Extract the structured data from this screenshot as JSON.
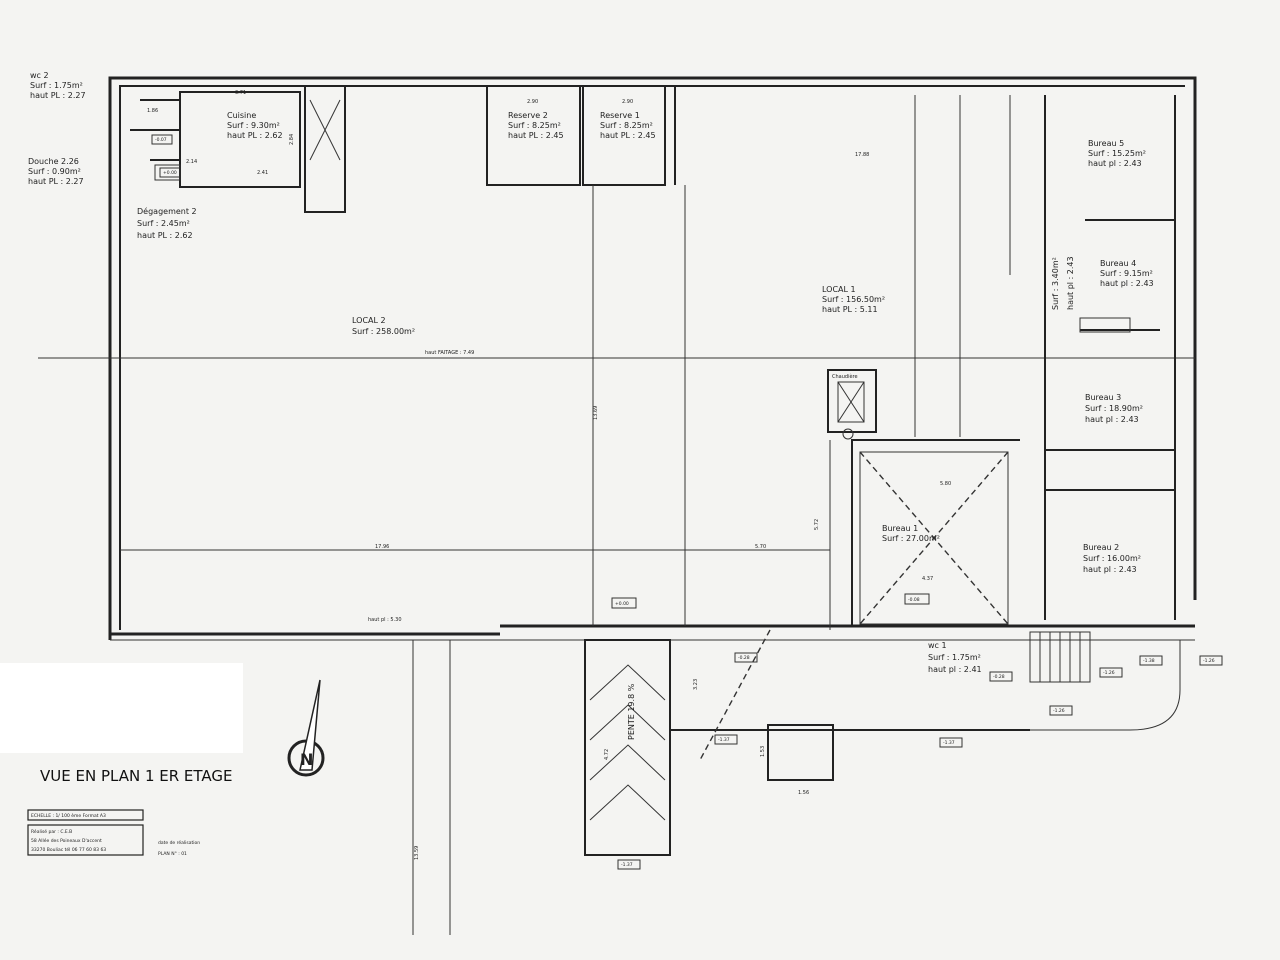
{
  "title": "VUE EN PLAN 1 ER ETAGE",
  "cartouche": {
    "scale": "ECHELLE : 1/ 100 ème   Format A3",
    "author_line1": "Réalisé par : C.E.B",
    "author_line2": "58 Allée des Poineaux D'accent",
    "author_line3": "33270 Bouliac  tél 06 77 60 83 63",
    "plan_date": "date de réalisation",
    "plan_number": "PLAN N° : 01"
  },
  "compass": {
    "icon": "north-arrow-icon",
    "letter": "N"
  },
  "rooms": {
    "wc2": {
      "name": "wc 2",
      "surf": "Surf : 1.75m²",
      "haut": "haut PL : 2.27"
    },
    "douche": {
      "name": "Douche 2.26",
      "surf": "Surf : 0.90m²",
      "haut": "haut PL : 2.27"
    },
    "degagement2": {
      "name": "Dégagement 2",
      "surf": "Surf : 2.45m²",
      "haut": "haut PL : 2.62"
    },
    "cuisine": {
      "name": "Cuisine",
      "surf": "Surf : 9.30m²",
      "haut": "haut PL : 2.62"
    },
    "reserve2": {
      "name": "Reserve 2",
      "surf": "Surf : 8.25m²",
      "haut": "haut PL : 2.45"
    },
    "reserve1": {
      "name": "Reserve 1",
      "surf": "Surf : 8.25m²",
      "haut": "haut PL : 2.45"
    },
    "local2": {
      "name": "LOCAL 2",
      "surf": "Surf : 258.00m²"
    },
    "local1": {
      "name": "LOCAL 1",
      "surf": "Surf : 156.50m²",
      "haut": "haut PL : 5.11"
    },
    "bureau5": {
      "name": "Bureau 5",
      "surf": "Surf : 15.25m²",
      "haut": "haut pl : 2.43"
    },
    "bureau4": {
      "name": "Bureau 4",
      "surf": "Surf : 9.15m²",
      "haut": "haut pl : 2.43"
    },
    "bureau3": {
      "name": "Bureau 3",
      "surf": "Surf : 18.90m²",
      "haut": "haut pl : 2.43"
    },
    "bureau2": {
      "name": "Bureau 2",
      "surf": "Surf : 16.00m²",
      "haut": "haut pl : 2.43"
    },
    "bureau1": {
      "name": "Bureau 1",
      "surf": "Surf : 27.00m²"
    },
    "wc1": {
      "name": "wc 1",
      "surf": "Surf : 1.75m²",
      "haut": "haut pl : 2.41"
    },
    "degagement1": {
      "surf": "Surf : 3.40m²",
      "haut": "haut pl : 2.43"
    }
  },
  "annotations": {
    "haut_faitage": "haut FAITAGE : 7.49",
    "haut_pl": "haut pl : 5.30",
    "pente": "PENTE 19.8 %",
    "chaudiere": "Chaudière"
  },
  "dimensions": {
    "d371": "3.71",
    "d186": "1.86",
    "d241": "2.41",
    "d214": "2.14",
    "d284": "2.84",
    "d290a": "2.90",
    "d290b": "2.90",
    "d1788": "17.88",
    "d1796": "17.96",
    "d570": "5.70",
    "d1369": "13.69",
    "d572": "5.72",
    "d580": "5.80",
    "d437": "4.37",
    "d1359": "13.59",
    "d472": "4.72",
    "d323": "3.23",
    "d156": "1.56",
    "d153": "1.53"
  },
  "levels": {
    "l1": "+0.00",
    "l2": "-0.07",
    "l3": "+0.00",
    "l4": "+0.00",
    "l5": "-0.08",
    "l6": "-0.28",
    "l7": "-1.37",
    "l8": "-1.37",
    "l9": "-1.37",
    "l10": "-0.28",
    "l11": "-1.26",
    "l12": "-1.26",
    "l13": "-1.38",
    "l14": "-1.26"
  }
}
